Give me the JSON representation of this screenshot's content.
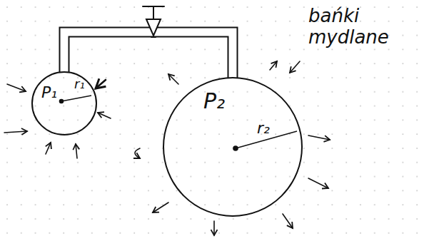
{
  "diagram": {
    "nodes": [
      {
        "text": [
          "P₁",
          "r₁"
        ]
      },
      {
        "text": [
          "P₂",
          "r₂"
        ]
      }
    ],
    "edges": [
      {
        "from": 0,
        "to": 1,
        "arrow": "none"
      }
    ],
    "labels": [
      "bańki mydlane"
    ]
  }
}
